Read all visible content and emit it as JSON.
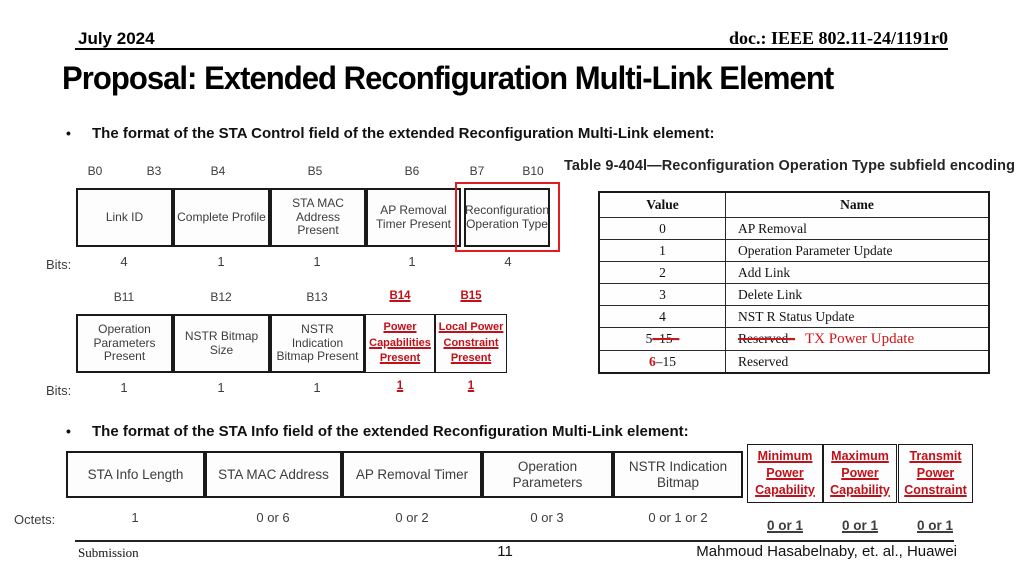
{
  "header": {
    "date": "July 2024",
    "doc": "doc.: IEEE 802.11-24/1191r0"
  },
  "title": "Proposal: Extended Reconfiguration Multi-Link Element",
  "bullets": {
    "sta_control": "The format of the STA Control field of the extended Reconfiguration Multi-Link element:",
    "sta_info": "The format of the STA Info field of the extended Reconfiguration Multi-Link element:"
  },
  "sta_control_row1": {
    "bits_label": "Bits:",
    "bit_labels": [
      "B0",
      "B3",
      "B4",
      "B5",
      "B6",
      "B7",
      "B10"
    ],
    "fields": [
      {
        "label": "Link ID",
        "bits": "4"
      },
      {
        "label": "Complete Profile",
        "bits": "1"
      },
      {
        "label": "STA MAC Address Present",
        "bits": "1"
      },
      {
        "label": "AP Removal Timer Present",
        "bits": "1"
      },
      {
        "label": "Reconfiguration Operation Type",
        "bits": "4"
      }
    ]
  },
  "sta_control_row2": {
    "bits_label": "Bits:",
    "bit_labels": [
      "B11",
      "B12",
      "B13",
      "B14",
      "B15"
    ],
    "fields": [
      {
        "label": "Operation Parameters Present",
        "bits": "1"
      },
      {
        "label": "NSTR Bitmap Size",
        "bits": "1"
      },
      {
        "label": "NSTR Indication Bitmap Present",
        "bits": "1"
      },
      {
        "label": "Power Capabilities Present",
        "bits": "1"
      },
      {
        "label": "Local Power Constraint Present",
        "bits": "1"
      }
    ]
  },
  "encoding_table": {
    "title": "Table 9-404l—Reconfiguration Operation Type subfield encoding",
    "headers": [
      "Value",
      "Name"
    ],
    "rows": [
      {
        "value": "0",
        "name": "AP Removal"
      },
      {
        "value": "1",
        "name": "Operation Parameter Update"
      },
      {
        "value": "2",
        "name": "Add Link"
      },
      {
        "value": "3",
        "name": "Delete Link"
      },
      {
        "value": "4",
        "name": "NST R Status Update"
      }
    ],
    "row_edit_5": {
      "value_kept": "5",
      "value_struck": "–15–",
      "name_struck": "Reserved–",
      "name_added": "TX Power Update"
    },
    "row_edit_6": {
      "value_added": "6",
      "value_kept": "–15",
      "name": "Reserved"
    }
  },
  "sta_info": {
    "octets_label": "Octets:",
    "fields": [
      {
        "label": "STA Info Length",
        "octets": "1"
      },
      {
        "label": "STA MAC Address",
        "octets": "0 or 6"
      },
      {
        "label": "AP Removal Timer",
        "octets": "0 or 2"
      },
      {
        "label": "Operation Parameters",
        "octets": "0 or 3"
      },
      {
        "label": "NSTR Indication Bitmap",
        "octets": "0 or 1 or 2"
      },
      {
        "label": "Minimum Power Capability",
        "octets": "0 or 1"
      },
      {
        "label": "Maximum Power Capability",
        "octets": "0 or 1"
      },
      {
        "label": "Transmit Power Constraint",
        "octets": "0 or 1"
      }
    ]
  },
  "footer": {
    "submission": "Submission",
    "page": "11",
    "authors": "Mahmoud Hasabelnaby, et. al., Huawei"
  },
  "colors": {
    "edit_red": "#c0111a",
    "highlight_box_red": "#e41b1f",
    "strike_red": "#c8161d"
  }
}
